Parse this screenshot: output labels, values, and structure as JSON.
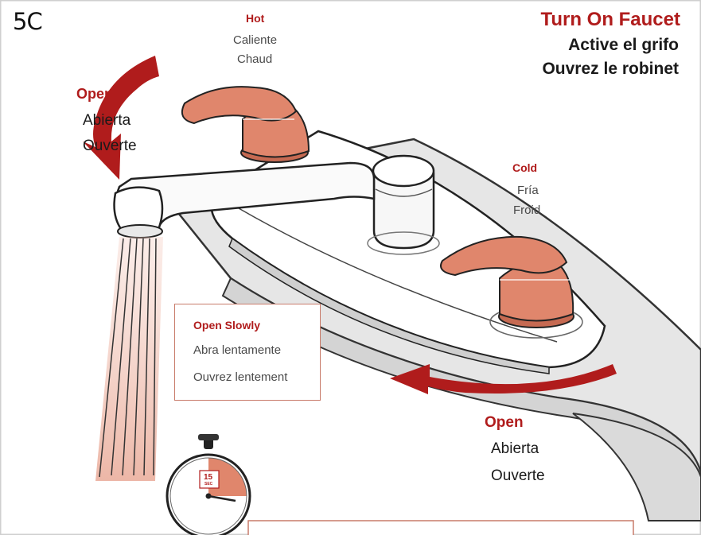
{
  "step": "5C",
  "title": {
    "en": "Turn On Faucet",
    "es": "Active el grifo",
    "fr": "Ouvrez le robinet"
  },
  "hot": {
    "en": "Hot",
    "es": "Caliente",
    "fr": "Chaud"
  },
  "cold": {
    "en": "Cold",
    "es": "Fría",
    "fr": "Froid"
  },
  "open_left": {
    "en": "Open",
    "es": "Abierta",
    "fr": "Ouverte"
  },
  "open_right": {
    "en": "Open",
    "es": "Abierta",
    "fr": "Ouverte"
  },
  "open_slowly": {
    "en": "Open Slowly",
    "es": "Abra lentamente",
    "fr": "Ouvrez lentement"
  },
  "timer": {
    "value": "15",
    "unit": "SEC"
  },
  "colors": {
    "accent_red": "#b01c1c",
    "handle": "#e0866c",
    "box_border": "#c87b6a"
  },
  "icons": [
    "rotate-arrow-icon",
    "stopwatch-icon"
  ]
}
